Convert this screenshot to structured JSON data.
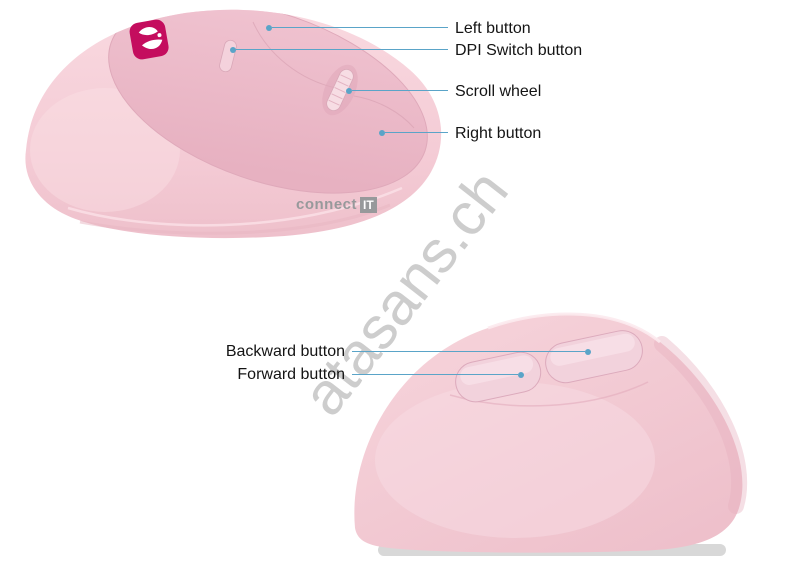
{
  "labels": {
    "left_button": "Left button",
    "dpi_switch_button": "DPI Switch button",
    "scroll_wheel": "Scroll wheel",
    "right_button": "Right button",
    "backward_button": "Backward button",
    "forward_button": "Forward button"
  },
  "brand": {
    "connect": "connect",
    "it": "IT"
  },
  "watermark": "atasans.ch",
  "icons": {
    "brand_badge": "connect-it-red-emblem"
  },
  "colors": {
    "callout_blue": "#5aa4c8",
    "label_text": "#141414",
    "mouse_body_pink": "#f5ccd5",
    "mouse_plate_pink": "#ecbcca",
    "badge_red": "#c40d5e",
    "logo_gray": "#97999b",
    "watermark_gray": "#afafaf"
  }
}
